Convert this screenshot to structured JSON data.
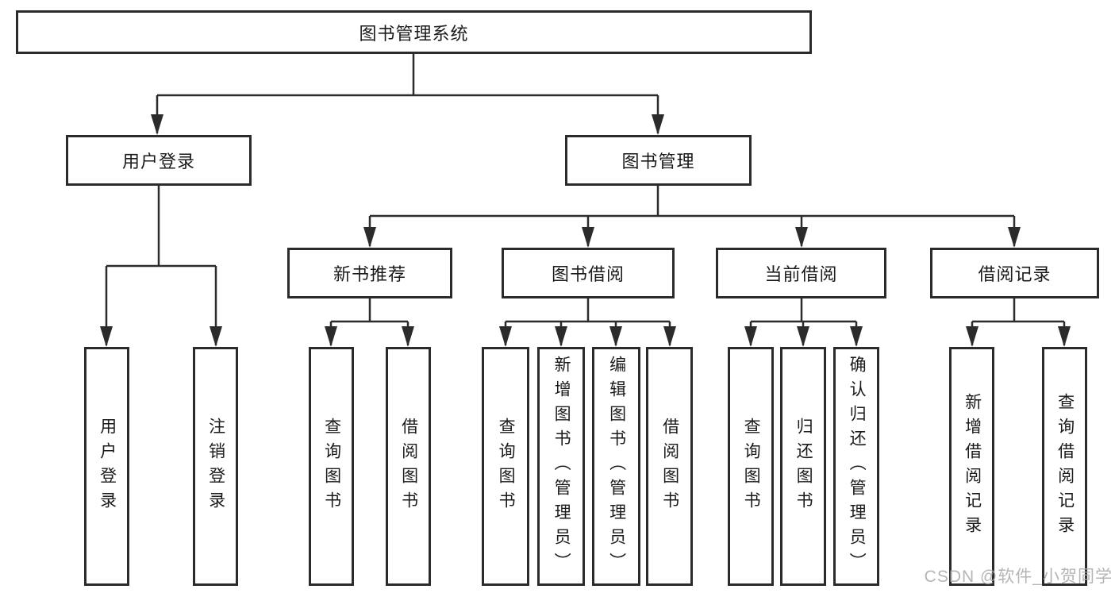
{
  "tree": {
    "root": {
      "label": "图书管理系统",
      "children": [
        {
          "label": "用户登录",
          "children": [
            {
              "label": "用户登录"
            },
            {
              "label": "注销登录"
            }
          ]
        },
        {
          "label": "图书管理",
          "children": [
            {
              "label": "新书推荐",
              "children": [
                {
                  "label": "查询图书"
                },
                {
                  "label": "借阅图书"
                }
              ]
            },
            {
              "label": "图书借阅",
              "children": [
                {
                  "label": "查询图书"
                },
                {
                  "label": "新增图书（管理员）"
                },
                {
                  "label": "编辑图书（管理员）"
                },
                {
                  "label": "借阅图书"
                }
              ]
            },
            {
              "label": "当前借阅",
              "children": [
                {
                  "label": "查询图书"
                },
                {
                  "label": "归还图书"
                },
                {
                  "label": "确认归还（管理员）"
                }
              ]
            },
            {
              "label": "借阅记录",
              "children": [
                {
                  "label": "新增借阅记录"
                },
                {
                  "label": "查询借阅记录"
                }
              ]
            }
          ]
        }
      ]
    }
  },
  "watermark": {
    "text": "CSDN @软件_小贺同学"
  },
  "colors": {
    "line": "#2b2b2b",
    "box_border": "#2b2b2b",
    "text": "#1a1a1a",
    "watermark": "#aeaeae",
    "background": "#ffffff"
  }
}
